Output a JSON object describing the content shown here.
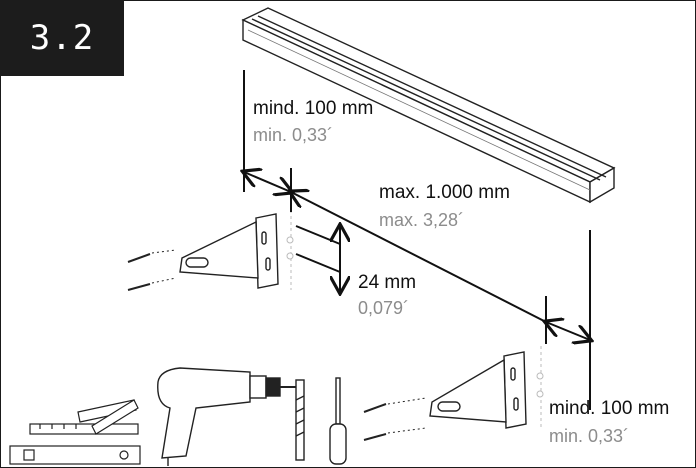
{
  "step": {
    "label": "3.2"
  },
  "dimensions": {
    "top_min": {
      "metric": "mind. 100 mm",
      "imperial": "min. 0,33´"
    },
    "span_max": {
      "metric": "max. 1.000 mm",
      "imperial": "max. 3,28´"
    },
    "hole_spacing": {
      "metric": "24 mm",
      "imperial": "0,079´"
    },
    "bottom_min": {
      "metric": "mind. 100 mm",
      "imperial": "min. 0,33´"
    }
  },
  "colors": {
    "line": "#111111",
    "secondary_text": "#8c8c8c",
    "badge_bg": "#1c1c1c"
  },
  "icons": [
    "rail-illustration",
    "bracket-icon",
    "screw-icon",
    "drill-icon",
    "drill-bit-icon",
    "screwdriver-icon",
    "folding-ruler-icon",
    "spirit-level-icon"
  ]
}
